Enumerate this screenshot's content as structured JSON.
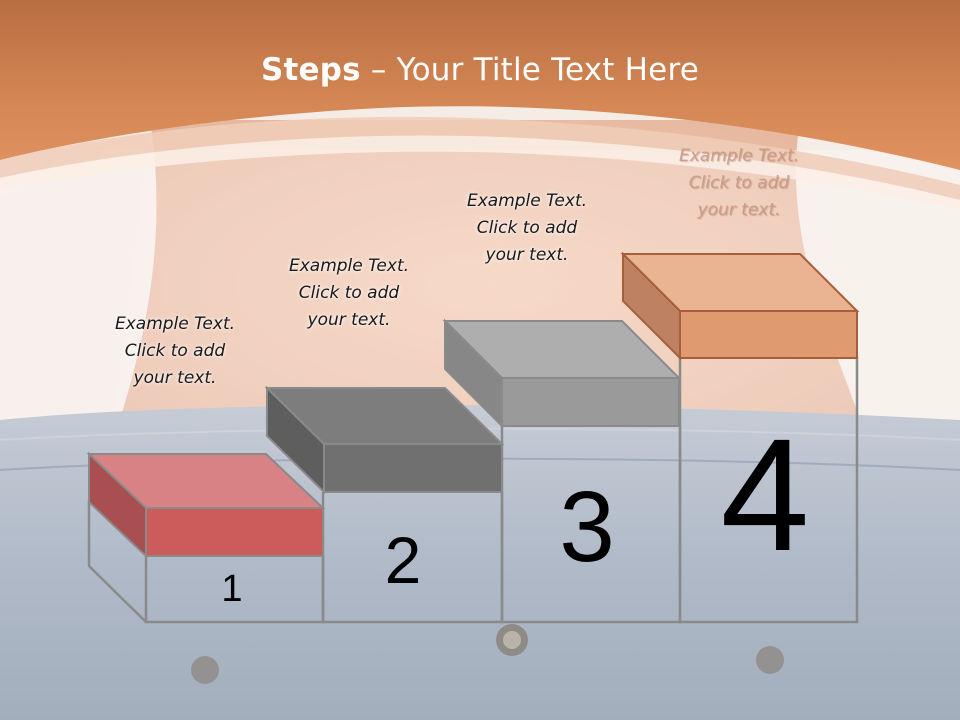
{
  "slide": {
    "title_bold": "Steps",
    "title_rest": " – Your Title Text Here"
  },
  "steps": [
    {
      "number": "1",
      "caption": [
        "Example Text.",
        "Click  to add",
        "your text."
      ],
      "color": "#cc5c5c"
    },
    {
      "number": "2",
      "caption": [
        "Example Text.",
        "Click  to add",
        "your text."
      ],
      "color": "#707070"
    },
    {
      "number": "3",
      "caption": [
        "Example Text.",
        "Click  to add",
        "your text."
      ],
      "color": "#9a9a9a"
    },
    {
      "number": "4",
      "caption": [
        "Example Text.",
        "Click  to add",
        "your text."
      ],
      "color": "#e09a70"
    }
  ],
  "colors": {
    "header_orange": "#d0804c",
    "skin": "#e9c2ab",
    "denim": "#a9b4c2"
  }
}
